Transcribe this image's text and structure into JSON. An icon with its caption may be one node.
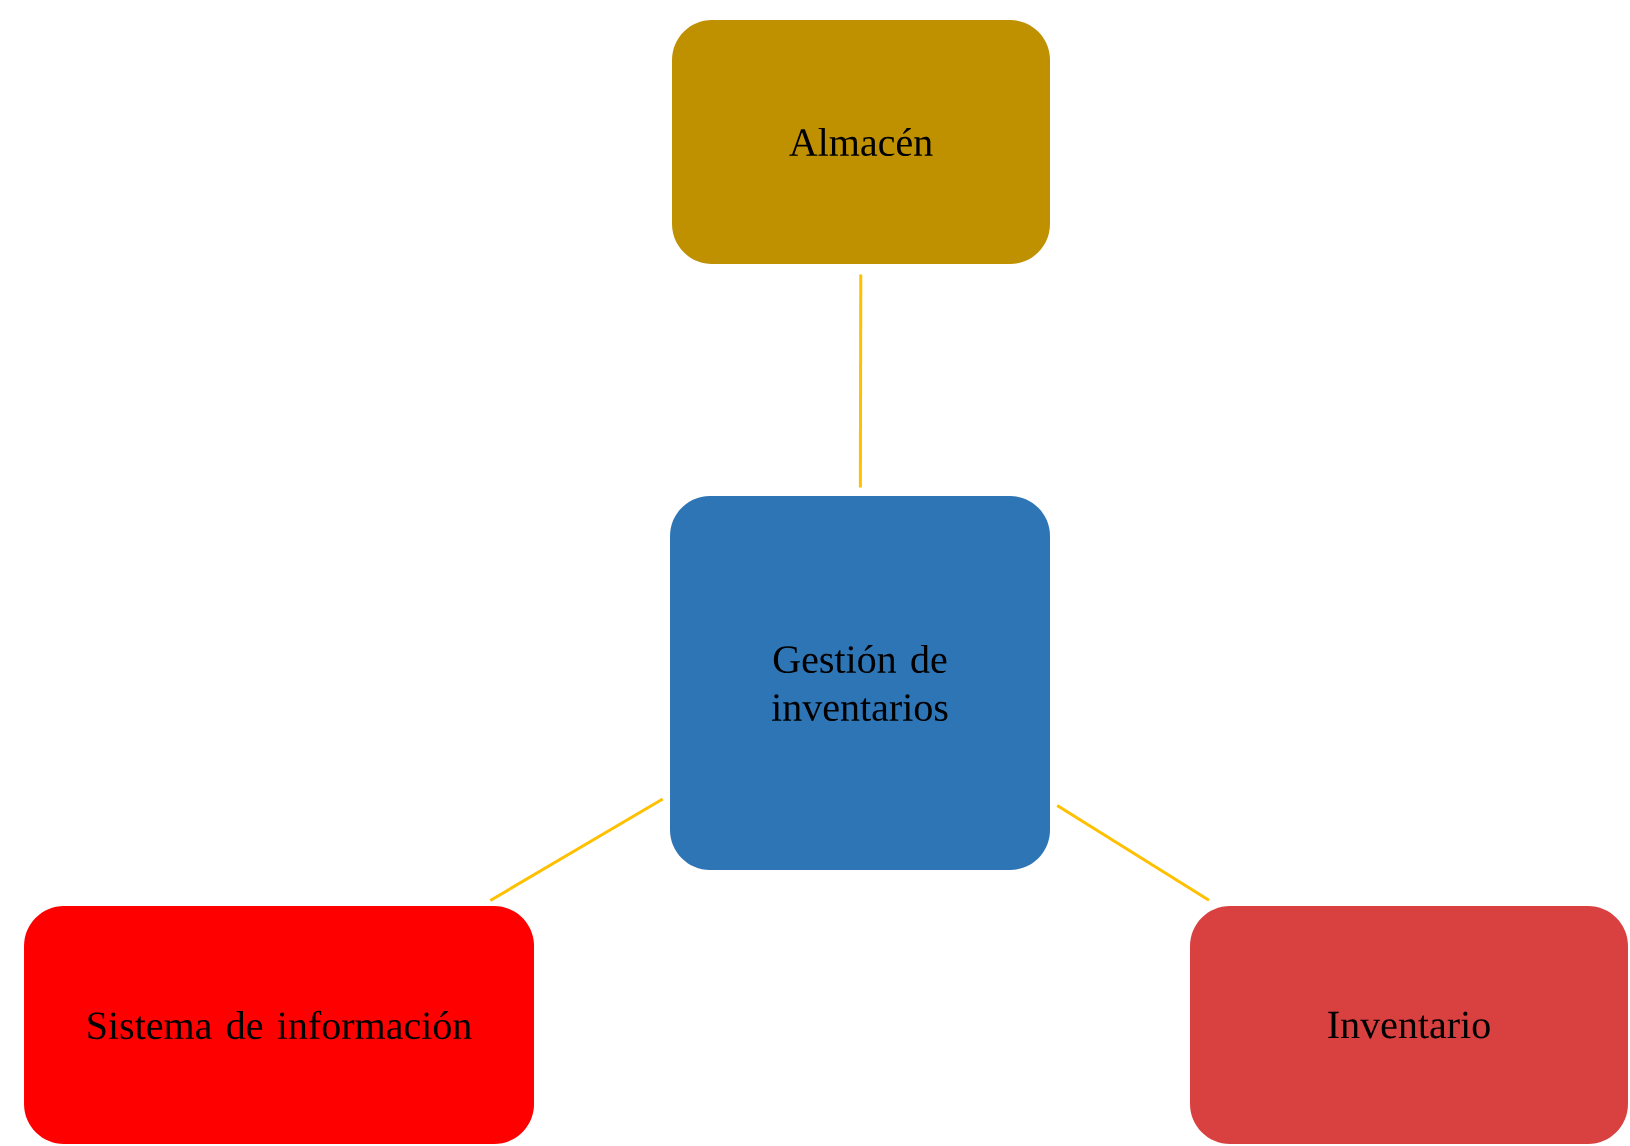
{
  "diagram": {
    "nodes": [
      {
        "text": [
          "Gestión de inventarios"
        ]
      },
      {
        "text": [
          "Almacén"
        ]
      },
      {
        "text": [
          "Sistema de información"
        ]
      },
      {
        "text": [
          "Inventario"
        ]
      }
    ],
    "edges": [
      {
        "from": 0,
        "to": 1,
        "arrow": "none"
      },
      {
        "from": 0,
        "to": 2,
        "arrow": "none"
      },
      {
        "from": 0,
        "to": 3,
        "arrow": "none"
      }
    ]
  }
}
